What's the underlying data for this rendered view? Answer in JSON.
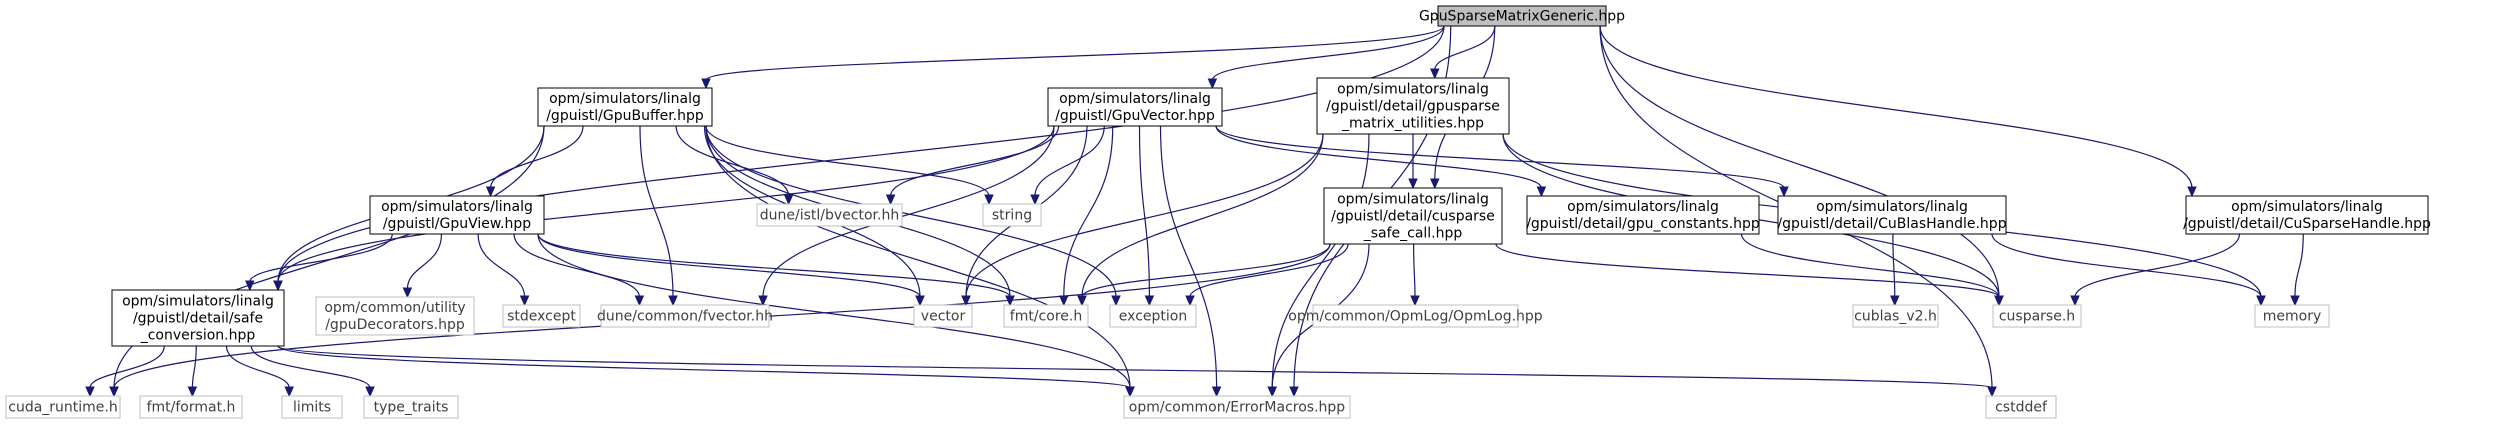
{
  "colors": {
    "edge": "#191970",
    "root_fill": "#bfbfbf",
    "node_border": "#000000",
    "system_border": "#bfbfbf",
    "system_text": "#404040"
  },
  "nodes": {
    "root": {
      "lines": [
        "GpuSparseMatrixGeneric.hpp"
      ],
      "kind": "root"
    },
    "gpubuffer": {
      "lines": [
        "opm/simulators/linalg",
        "/gpuistl/GpuBuffer.hpp"
      ],
      "kind": "file"
    },
    "gpuvector": {
      "lines": [
        "opm/simulators/linalg",
        "/gpuistl/GpuVector.hpp"
      ],
      "kind": "file"
    },
    "gpusparse_utils": {
      "lines": [
        "opm/simulators/linalg",
        "/gpuistl/detail/gpusparse",
        "_matrix_utilities.hpp"
      ],
      "kind": "file"
    },
    "gpuview": {
      "lines": [
        "opm/simulators/linalg",
        "/gpuistl/GpuView.hpp"
      ],
      "kind": "file"
    },
    "cusparse_safe_call": {
      "lines": [
        "opm/simulators/linalg",
        "/gpuistl/detail/cusparse",
        "_safe_call.hpp"
      ],
      "kind": "file"
    },
    "gpu_constants": {
      "lines": [
        "opm/simulators/linalg",
        "/gpuistl/detail/gpu_constants.hpp"
      ],
      "kind": "file"
    },
    "cublashandle": {
      "lines": [
        "opm/simulators/linalg",
        "/gpuistl/detail/CuBlasHandle.hpp"
      ],
      "kind": "file"
    },
    "cusparsehandle": {
      "lines": [
        "opm/simulators/linalg",
        "/gpuistl/detail/CuSparseHandle.hpp"
      ],
      "kind": "file"
    },
    "safe_conversion": {
      "lines": [
        "opm/simulators/linalg",
        "/gpuistl/detail/safe",
        "_conversion.hpp"
      ],
      "kind": "file"
    },
    "bvector": {
      "lines": [
        "dune/istl/bvector.hh"
      ],
      "kind": "system"
    },
    "string": {
      "lines": [
        "string"
      ],
      "kind": "system"
    },
    "gpudecorators": {
      "lines": [
        "opm/common/utility",
        "/gpuDecorators.hpp"
      ],
      "kind": "system"
    },
    "stdexcept": {
      "lines": [
        "stdexcept"
      ],
      "kind": "system"
    },
    "fvector": {
      "lines": [
        "dune/common/fvector.hh"
      ],
      "kind": "system"
    },
    "vector": {
      "lines": [
        "vector"
      ],
      "kind": "system"
    },
    "fmtcore": {
      "lines": [
        "fmt/core.h"
      ],
      "kind": "system"
    },
    "exception": {
      "lines": [
        "exception"
      ],
      "kind": "system"
    },
    "opmlog": {
      "lines": [
        "opm/common/OpmLog/OpmLog.hpp"
      ],
      "kind": "system"
    },
    "cublas": {
      "lines": [
        "cublas_v2.h"
      ],
      "kind": "system"
    },
    "cusparse": {
      "lines": [
        "cusparse.h"
      ],
      "kind": "system"
    },
    "memory": {
      "lines": [
        "memory"
      ],
      "kind": "system"
    },
    "cuda_runtime": {
      "lines": [
        "cuda_runtime.h"
      ],
      "kind": "system"
    },
    "fmtformat": {
      "lines": [
        "fmt/format.h"
      ],
      "kind": "system"
    },
    "limits": {
      "lines": [
        "limits"
      ],
      "kind": "system"
    },
    "type_traits": {
      "lines": [
        "type_traits"
      ],
      "kind": "system"
    },
    "errormacros": {
      "lines": [
        "opm/common/ErrorMacros.hpp"
      ],
      "kind": "system"
    },
    "cstddef": {
      "lines": [
        "cstddef"
      ],
      "kind": "system"
    }
  },
  "edges": [
    [
      "root",
      "gpubuffer"
    ],
    [
      "root",
      "gpuvector"
    ],
    [
      "root",
      "gpusparse_utils"
    ],
    [
      "root",
      "cusparse_safe_call"
    ],
    [
      "root",
      "cusparsehandle"
    ],
    [
      "root",
      "safe_conversion"
    ],
    [
      "root",
      "cusparse"
    ],
    [
      "root",
      "errormacros"
    ],
    [
      "root",
      "cstddef"
    ],
    [
      "gpubuffer",
      "gpuview"
    ],
    [
      "gpubuffer",
      "safe_conversion"
    ],
    [
      "gpubuffer",
      "bvector"
    ],
    [
      "gpubuffer",
      "string"
    ],
    [
      "gpubuffer",
      "fvector"
    ],
    [
      "gpubuffer",
      "vector"
    ],
    [
      "gpubuffer",
      "fmtcore"
    ],
    [
      "gpubuffer",
      "exception"
    ],
    [
      "gpubuffer",
      "errormacros"
    ],
    [
      "gpubuffer",
      "cuda_runtime"
    ],
    [
      "gpuvector",
      "safe_conversion"
    ],
    [
      "gpuvector",
      "bvector"
    ],
    [
      "gpuvector",
      "string"
    ],
    [
      "gpuvector",
      "fvector"
    ],
    [
      "gpuvector",
      "vector"
    ],
    [
      "gpuvector",
      "fmtcore"
    ],
    [
      "gpuvector",
      "exception"
    ],
    [
      "gpuvector",
      "errormacros"
    ],
    [
      "gpuvector",
      "gpu_constants"
    ],
    [
      "gpuvector",
      "cublashandle"
    ],
    [
      "gpusparse_utils",
      "cusparse_safe_call"
    ],
    [
      "gpusparse_utils",
      "vector"
    ],
    [
      "gpusparse_utils",
      "fmtcore"
    ],
    [
      "gpusparse_utils",
      "cusparse"
    ],
    [
      "gpusparse_utils",
      "memory"
    ],
    [
      "gpusparse_utils",
      "errormacros"
    ],
    [
      "gpuview",
      "gpudecorators"
    ],
    [
      "gpuview",
      "stdexcept"
    ],
    [
      "gpuview",
      "fvector"
    ],
    [
      "gpuview",
      "vector"
    ],
    [
      "gpuview",
      "fmtcore"
    ],
    [
      "gpuview",
      "safe_conversion"
    ],
    [
      "gpuview",
      "errormacros"
    ],
    [
      "cusparse_safe_call",
      "fmtcore"
    ],
    [
      "cusparse_safe_call",
      "exception"
    ],
    [
      "cusparse_safe_call",
      "opmlog"
    ],
    [
      "cusparse_safe_call",
      "cusparse"
    ],
    [
      "cusparse_safe_call",
      "errormacros"
    ],
    [
      "cusparse_safe_call",
      "cuda_runtime"
    ],
    [
      "gpu_constants",
      "cusparse"
    ],
    [
      "cublashandle",
      "cublas"
    ],
    [
      "cublashandle",
      "memory"
    ],
    [
      "cusparsehandle",
      "cusparse"
    ],
    [
      "cusparsehandle",
      "memory"
    ],
    [
      "safe_conversion",
      "cuda_runtime"
    ],
    [
      "safe_conversion",
      "fmtformat"
    ],
    [
      "safe_conversion",
      "limits"
    ],
    [
      "safe_conversion",
      "type_traits"
    ],
    [
      "safe_conversion",
      "errormacros"
    ],
    [
      "safe_conversion",
      "cstddef"
    ]
  ]
}
